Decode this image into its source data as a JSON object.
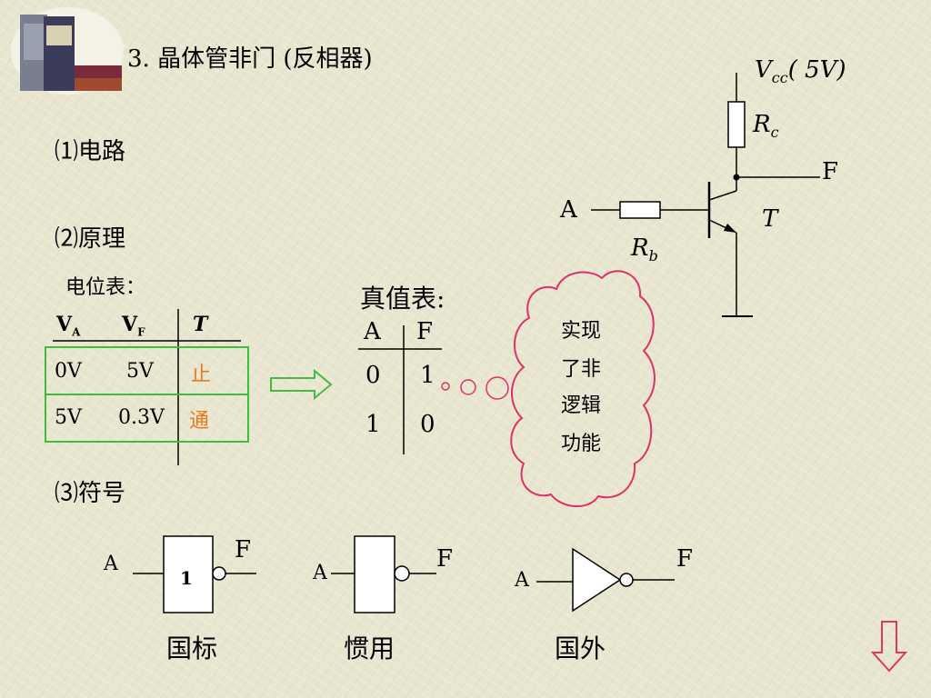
{
  "title": "3. 晶体管非门 (反相器)",
  "sections": {
    "circuit": "⑴电路",
    "principle": "⑵原理",
    "symbol": "⑶符号"
  },
  "potential_table": {
    "label": "电位表：",
    "headers": [
      "V",
      "A",
      "V",
      "F",
      "T"
    ],
    "rows": [
      {
        "va": "0V",
        "vf": "5V",
        "t": "止"
      },
      {
        "va": "5V",
        "vf": "0.3V",
        "t": "通"
      }
    ]
  },
  "truth_table": {
    "label": "真值表:",
    "headers": [
      "A",
      "F"
    ],
    "rows": [
      [
        "0",
        "1"
      ],
      [
        "1",
        "0"
      ]
    ]
  },
  "cloud": [
    "实现",
    "了非",
    "逻辑",
    "功能"
  ],
  "schematic": {
    "vcc": "V",
    "vcc_sub": "cc",
    "vcc_val": "( 5V)",
    "rc": "R",
    "rc_sub": "c",
    "rb": "R",
    "rb_sub": "b",
    "input": "A",
    "output": "F",
    "transistor": "T"
  },
  "symbols": [
    {
      "input": "A",
      "output": "F",
      "inner": "1",
      "caption": "国标"
    },
    {
      "input": "A",
      "output": "F",
      "inner": "",
      "caption": "惯用"
    },
    {
      "input": "A",
      "output": "F",
      "inner": "",
      "caption": "国外"
    }
  ],
  "colors": {
    "background": "#e8e6cf",
    "table_border": "#38c038",
    "cloud_border": "#e0306a",
    "highlight": "#e87a1a",
    "arrow": "#44bb44",
    "nav_arrow": "#e03a5a"
  },
  "icons": {
    "book": "book-stack-icon",
    "next": "down-arrow-icon"
  }
}
